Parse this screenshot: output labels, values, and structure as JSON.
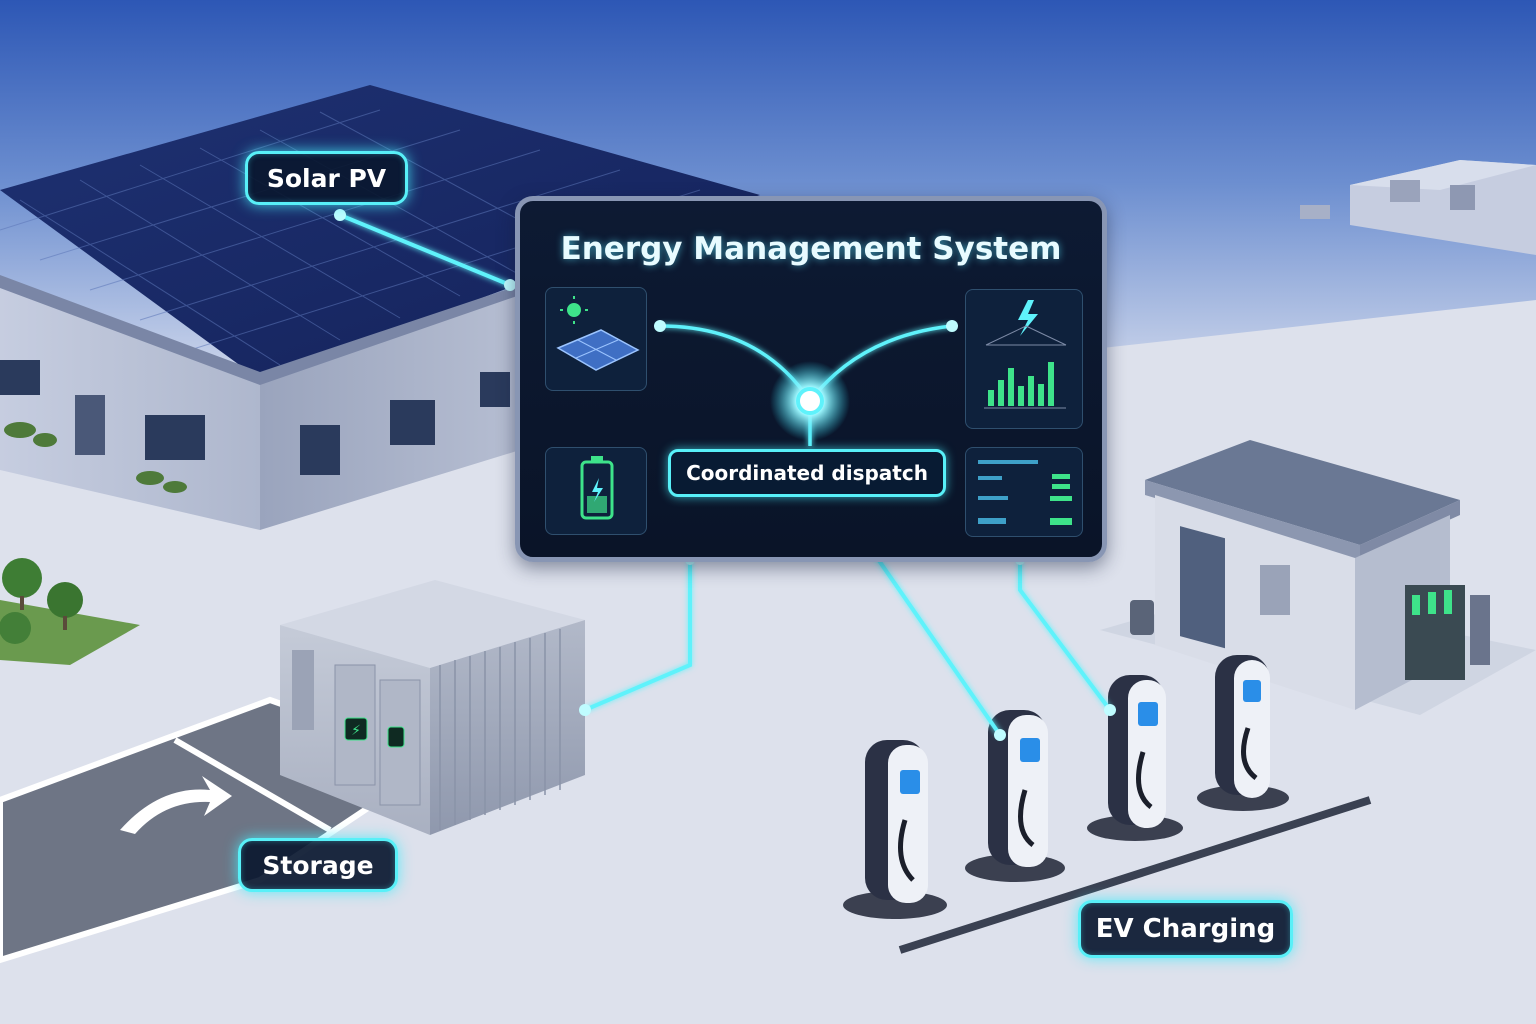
{
  "labels": {
    "solar": "Solar PV",
    "ems_title": "Energy Management System",
    "dispatch": "Coordinated dispatch",
    "storage": "Storage",
    "ev": "EV Charging"
  },
  "icons": {
    "solar_tile": "solar-panel-sun-icon",
    "chart_tile": "lightning-bar-chart-icon",
    "battery_tile": "battery-charging-icon",
    "list_tile": "status-list-icon",
    "hub": "glowing-hub-icon"
  },
  "colors": {
    "accent": "#58f0f8",
    "panel_bg": "#0d1a33",
    "green": "#3ee38a"
  }
}
